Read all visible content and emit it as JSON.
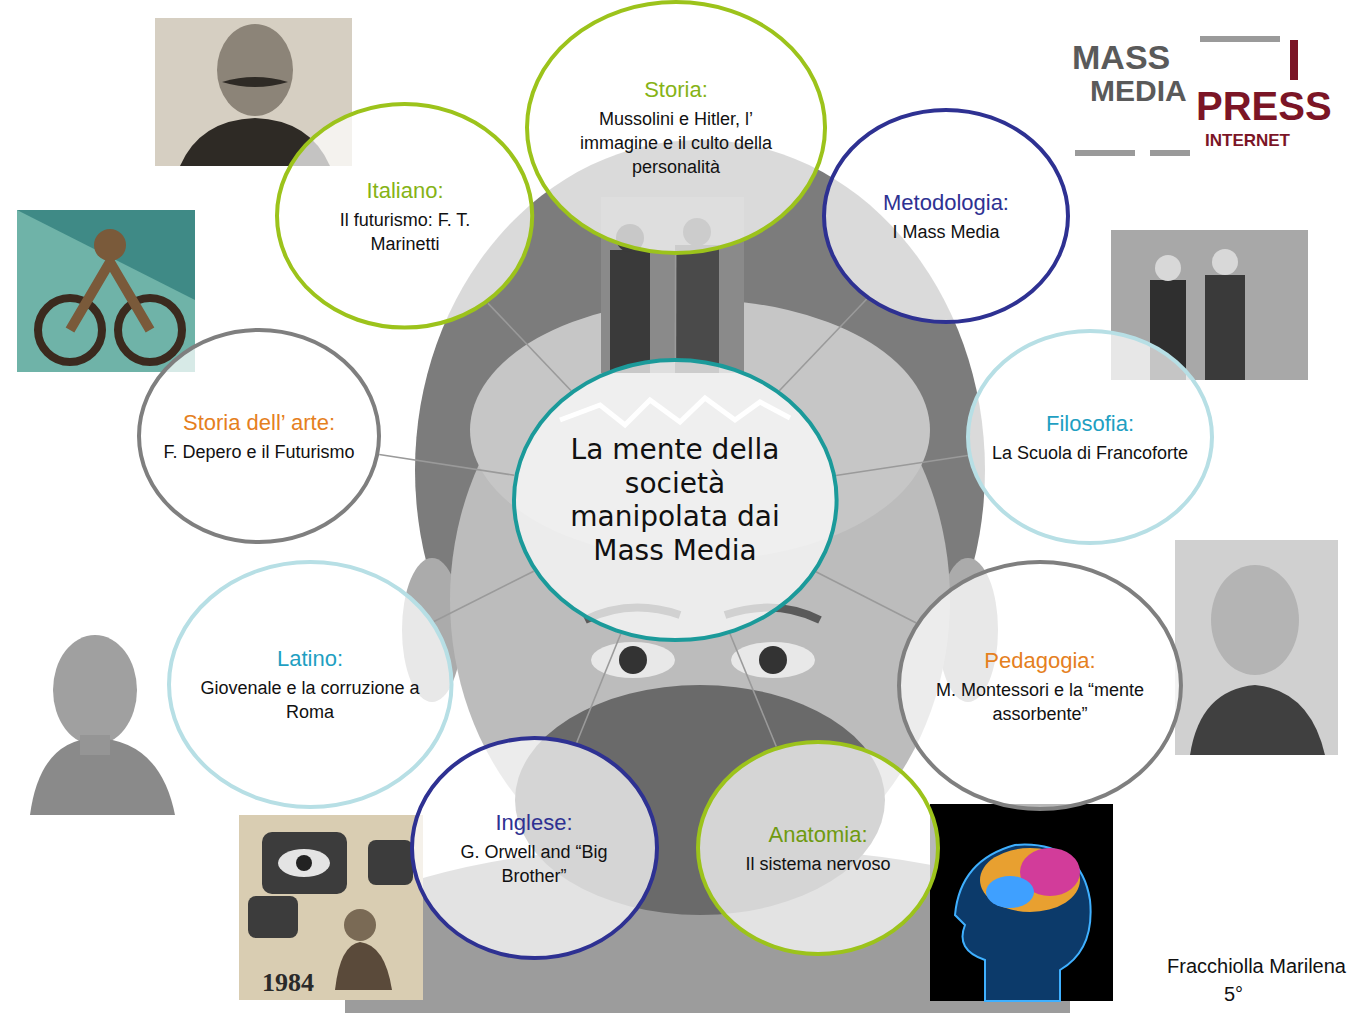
{
  "diagram": {
    "nodes": [
      {
        "text": [
          "Storia:",
          "Mussolini e Hitler, l’ immagine e il culto della personalità"
        ]
      },
      {
        "text": [
          "Italiano:",
          "Il futurismo: F. T. Marinetti"
        ]
      },
      {
        "text": [
          "Metodologia:",
          "I Mass Media"
        ]
      },
      {
        "text": [
          "Storia dell’ arte:",
          "F. Depero e il Futurismo"
        ]
      },
      {
        "text": [
          "La mente della società manipolata dai Mass Media"
        ]
      },
      {
        "text": [
          "Filosofia:",
          "La Scuola di Francoforte"
        ]
      },
      {
        "text": [
          "Latino:",
          "Giovenale e la corruzione a Roma"
        ]
      },
      {
        "text": [
          "Pedagogia:",
          "M. Montessori e la “mente assorbente”"
        ]
      },
      {
        "text": [
          "Inglese:",
          "G. Orwell and “Big Brother”"
        ]
      },
      {
        "text": [
          "Anatomia:",
          "Il sistema nervoso"
        ]
      }
    ],
    "edges": [
      {
        "from": 4,
        "to": 0,
        "arrow": "none"
      },
      {
        "from": 4,
        "to": 1,
        "arrow": "none"
      },
      {
        "from": 4,
        "to": 2,
        "arrow": "none"
      },
      {
        "from": 4,
        "to": 3,
        "arrow": "none"
      },
      {
        "from": 4,
        "to": 5,
        "arrow": "none"
      },
      {
        "from": 4,
        "to": 6,
        "arrow": "none"
      },
      {
        "from": 4,
        "to": 7,
        "arrow": "none"
      },
      {
        "from": 4,
        "to": 8,
        "arrow": "none"
      },
      {
        "from": 4,
        "to": 9,
        "arrow": "none"
      }
    ],
    "labels": [
      "MASS",
      "MEDIA",
      "PRESS",
      "INTERNET",
      "1984",
      "Fracchiolla Marilena",
      "5°"
    ]
  }
}
